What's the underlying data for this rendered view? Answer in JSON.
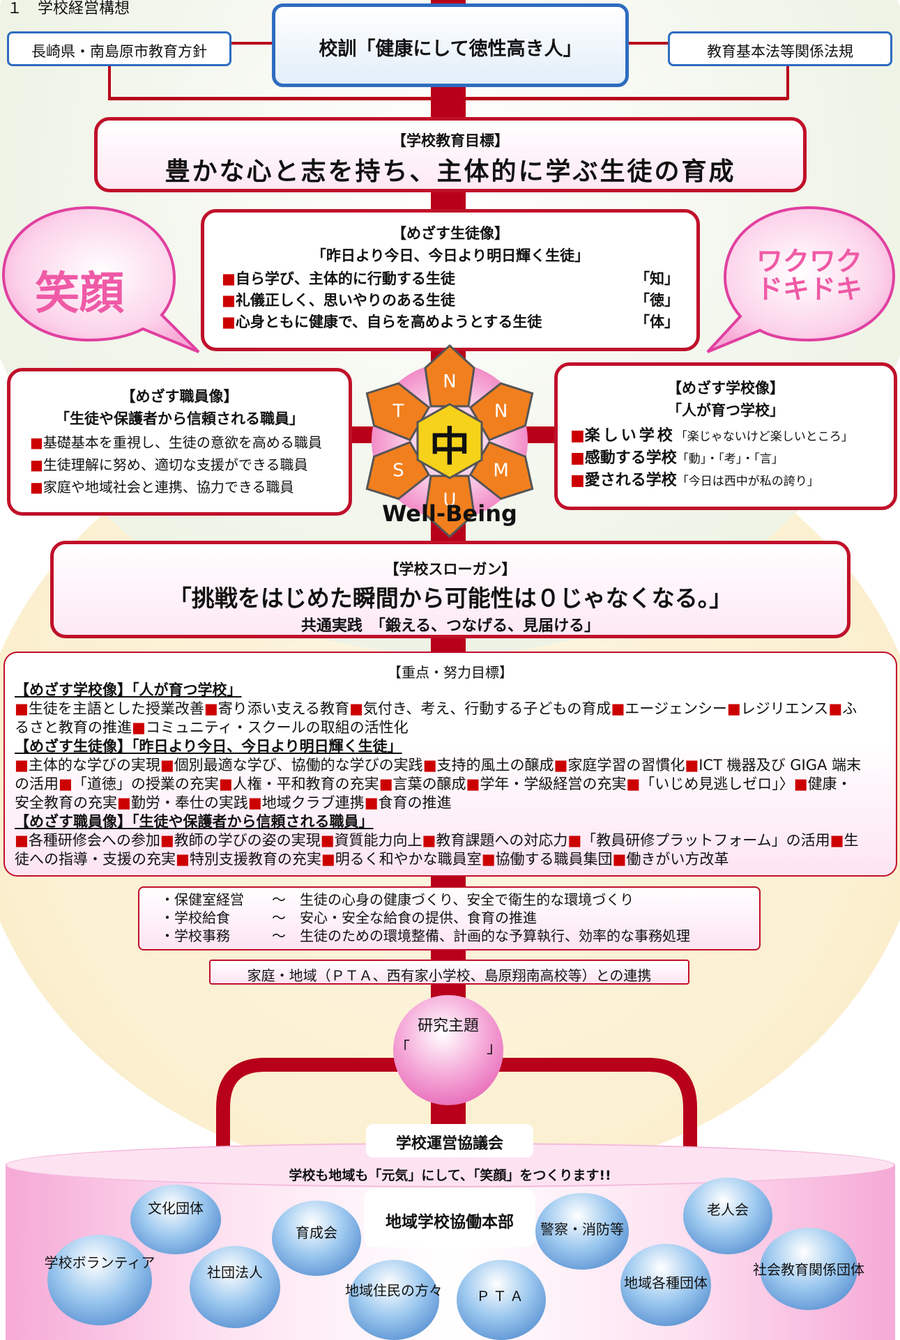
{
  "section_heading": "１　学校経営構想",
  "top": {
    "left_policy": "長崎県・南島原市教育方針",
    "motto": "校訓「健康にして徳性高き人」",
    "right_policy": "教育基本法等関係法規"
  },
  "school_goal": {
    "label": "【学校教育目標】",
    "text": "豊かな心と志を持ち、主体的に学ぶ生徒の育成"
  },
  "student_image": {
    "label": "【めざす生徒像】",
    "slogan": "「昨日より今日、今日より明日輝く生徒」",
    "items": [
      {
        "text": "自ら学び、主体的に行動する生徒",
        "tag": "「知」"
      },
      {
        "text": "礼儀正しく、思いやりのある生徒",
        "tag": "「徳」"
      },
      {
        "text": "心身ともに健康で、自らを高めようとする生徒",
        "tag": "「体」"
      }
    ]
  },
  "bubble_left": "笑顔",
  "bubble_right": [
    "ワクワク",
    "ドキドキ"
  ],
  "staff_image": {
    "label": "【めざす職員像】",
    "slogan": "「生徒や保護者から信頼される職員」",
    "items": [
      "基礎基本を重視し、生徒の意欲を高める職員",
      "生徒理解に努め、適切な支援ができる職員",
      "家庭や地域社会と連携、協力できる職員"
    ]
  },
  "school_image": {
    "label": "【めざす学校像】",
    "slogan": "「人が育つ学校」",
    "items": [
      {
        "title": "楽しい学校",
        "note": "「楽じゃないけど楽しいところ」"
      },
      {
        "title": "感動する学校",
        "note": "「動」・「考」・「言」"
      },
      {
        "title": "愛される学校",
        "note": "「今日は西中が私の誇り」"
      }
    ]
  },
  "emblem": {
    "center": "中",
    "letters": [
      "N",
      "N",
      "M",
      "U",
      "S",
      "T"
    ],
    "caption": "Well-Being"
  },
  "slogan": {
    "label": "【学校スローガン】",
    "text": "「挑戦をはじめた瞬間から可能性は０じゃなくなる。」",
    "practice": "共通実践　「鍛える、つなげる、見届ける」"
  },
  "priority": {
    "label": "【重点・努力目標】",
    "sections": [
      {
        "heading": "【めざす学校像】「人が育つ学校」",
        "lines": [
          "■生徒を主語とした授業改善■寄り添い支える教育■気付き、考え、行動する子どもの育成■エージェンシー■レジリエンス■ふ",
          "るさと教育の推進■コミュニティ・スクールの取組の活性化"
        ]
      },
      {
        "heading": "【めざす生徒像】「昨日より今日、今日より明日輝く生徒」",
        "lines": [
          "■主体的な学びの実現■個別最適な学び、協働的な学びの実践■支持的風土の醸成■家庭学習の習慣化■ICT 機器及び GIGA 端末",
          "の活用■「道徳」の授業の充実■人権・平和教育の充実■言葉の醸成■学年・学級経営の充実■「いじめ見逃しゼロ」〉■健康・",
          "安全教育の充実■勤労・奉仕の実践■地域クラブ連携■食育の推進"
        ]
      },
      {
        "heading": "【めざす職員像】「生徒や保護者から信頼される職員」",
        "lines": [
          "■各種研修会への参加■教師の学びの姿の実現■資質能力向上■教育課題への対応力■「教員研修プラットフォーム」の活用■生",
          "徒への指導・支援の充実■特別支援教育の充実■明るく和やかな職員室■協働する職員集団■働きがい方改革"
        ]
      }
    ]
  },
  "support": [
    {
      "name": "・保健室経営",
      "sep": "～",
      "desc": "生徒の心身の健康づくり、安全で衛生的な環境づくり"
    },
    {
      "name": "・学校給食",
      "sep": "～",
      "desc": "安心・安全な給食の提供、食育の推進"
    },
    {
      "name": "・学校事務",
      "sep": "～",
      "desc": "生徒のための環境整備、計画的な予算執行、効率的な事務処理"
    }
  ],
  "cooperation": "家庭・地域（ＰＴＡ、西有家小学校、島原翔南高校等）との連携",
  "research": {
    "label": "研究主題",
    "value": "「　　　　　」"
  },
  "council": {
    "title": "学校運営協議会",
    "motto": "学校も地域も「元気」にして、「笑顔」をつくります!!",
    "hq": "地域学校協働本部",
    "members": [
      "文化団体",
      "育成会",
      "警察・消防等",
      "老人会",
      "学校ボランティア",
      "社団法人",
      "地域住民の方々",
      "ＰＴＡ",
      "地域各種団体",
      "社会教育関係団体"
    ]
  }
}
